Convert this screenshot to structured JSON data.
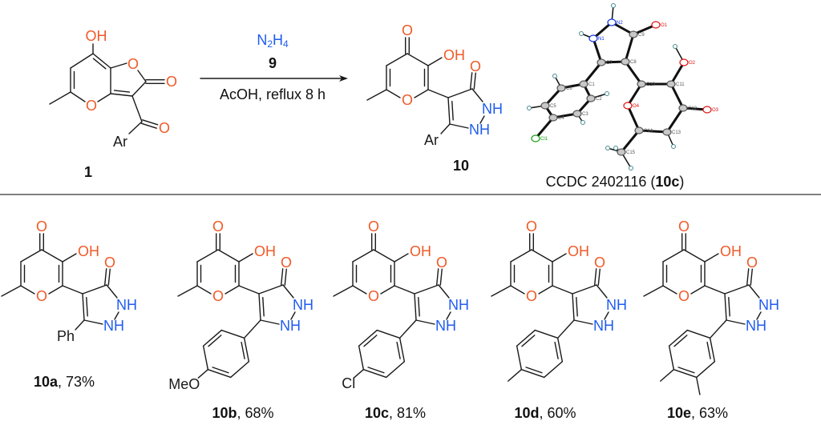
{
  "colors": {
    "oxygen": "#f05a28",
    "nitrogen": "#1f5cf0",
    "carbon": "#1a1a1a",
    "chlorine": "#1a9a1a"
  },
  "atoms": {
    "O": "O",
    "OH": "OH",
    "NH": "NH",
    "Ar": "Ar"
  },
  "reaction": {
    "reagent_formula_main": "N",
    "reagent_sub1": "2",
    "reagent_formula_mid": "H",
    "reagent_sub2": "4",
    "reagent_number": "9",
    "conditions": "AcOH, reflux 8 h"
  },
  "starting_material": {
    "label": "1"
  },
  "product": {
    "label": "10"
  },
  "crystal": {
    "caption_prefix": "CCDC 2402116 (",
    "caption_compound": "10c",
    "caption_suffix": ")",
    "atom_labels": {
      "N1": "N1",
      "N2": "N2",
      "O1": "O1",
      "O2": "O2",
      "O3": "O3",
      "O4": "O4",
      "Cl1": "Cl1",
      "C1": "C1",
      "C2": "C2",
      "C3": "C3",
      "C4": "C4",
      "C5": "C5",
      "C6": "C6",
      "C7": "C7",
      "C8": "C8",
      "C9": "C9",
      "C10": "C10",
      "C11": "C11",
      "C12": "C12",
      "C13": "C13",
      "C14": "C14",
      "C15": "C15"
    }
  },
  "compounds": [
    {
      "id": "10a",
      "yield": ", 73%",
      "substituent": "Ph",
      "aryl": "phenyl-label"
    },
    {
      "id": "10b",
      "yield": ", 68%",
      "substituent": "MeO",
      "aryl": "para"
    },
    {
      "id": "10c",
      "yield": ", 81%",
      "substituent": "Cl",
      "aryl": "para"
    },
    {
      "id": "10d",
      "yield": ", 60%",
      "substituent": "",
      "aryl": "para-methyl"
    },
    {
      "id": "10e",
      "yield": ", 63%",
      "substituent": "",
      "aryl": "dimethyl"
    }
  ]
}
